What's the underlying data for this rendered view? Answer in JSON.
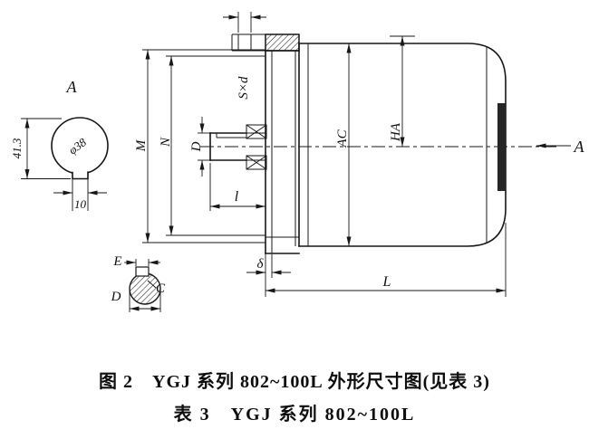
{
  "detail_a": {
    "view_label": "A",
    "bore": "φ38",
    "height": "41.3",
    "width": "10"
  },
  "shaft_end": {
    "e": "E",
    "d": "D",
    "c": "C"
  },
  "dims": {
    "m": "M",
    "n": "N",
    "d": "D",
    "sxd": "S×d",
    "ac": "AC",
    "ha": "HA",
    "l": "l",
    "delta": "δ",
    "length": "L",
    "section": "A"
  },
  "captions": {
    "figure": "图 2　YGJ 系列 802~100L 外形尺寸图(见表 3)",
    "table": "表 3　YGJ 系列 802~100L"
  }
}
